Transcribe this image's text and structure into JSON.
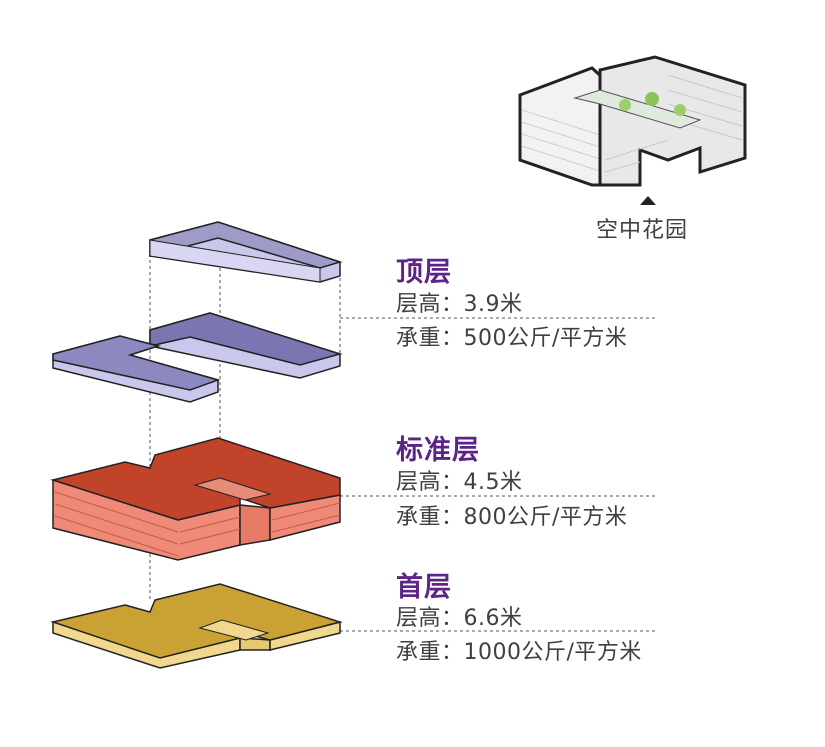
{
  "thumbnail": {
    "caption": "空中花园"
  },
  "floors": [
    {
      "title": "顶层",
      "height": "层高：3.9米",
      "load": "承重：500公斤/平方米",
      "color": "#a9a6d4"
    },
    {
      "title": "标准层",
      "height": "层高：4.5米",
      "load": "承重：800公斤/平方米",
      "color": "#c4442a"
    },
    {
      "title": "首层",
      "height": "层高：6.6米",
      "load": "承重：1000公斤/平方米",
      "color": "#c9a233"
    }
  ]
}
